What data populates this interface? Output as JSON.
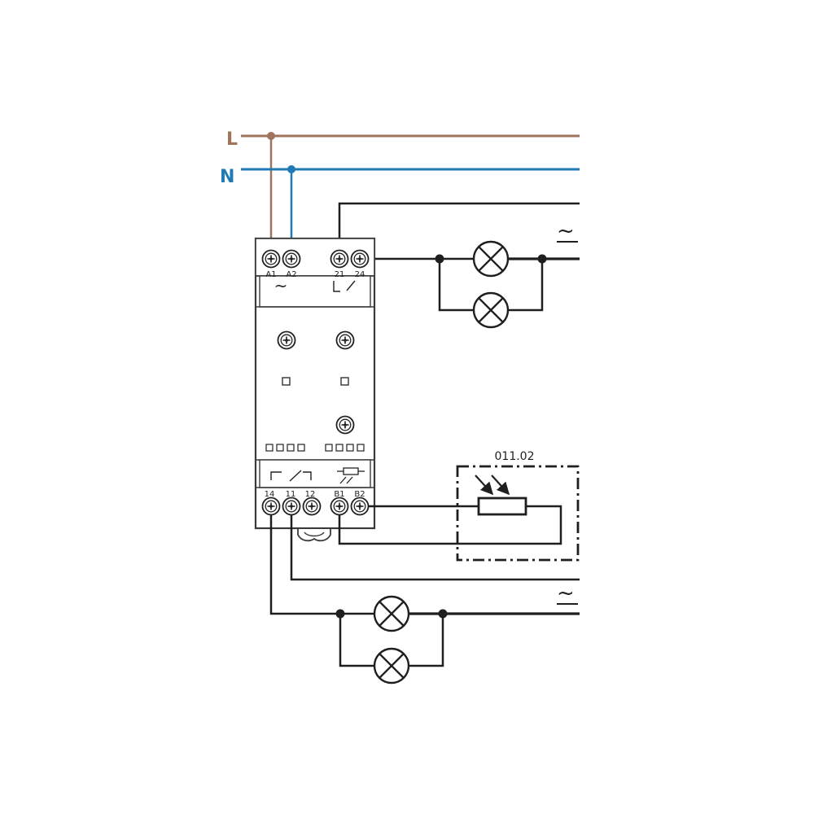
{
  "lines": {
    "L": {
      "label": "L",
      "color": "#a0735a"
    },
    "N": {
      "label": "N",
      "color": "#1f7ab5"
    }
  },
  "terminals": {
    "top": [
      "A1",
      "A2",
      "21",
      "24"
    ],
    "bottom": [
      "14",
      "11",
      "12",
      "B1",
      "B2"
    ]
  },
  "sensor": {
    "label": "011.02"
  },
  "symbols": {
    "ac": "~",
    "ac_supply": "~"
  },
  "colors": {
    "wire": "#1f1f1f",
    "device_outline": "#3a3a3a",
    "L": "#a0735a",
    "N": "#1f7ab5"
  }
}
